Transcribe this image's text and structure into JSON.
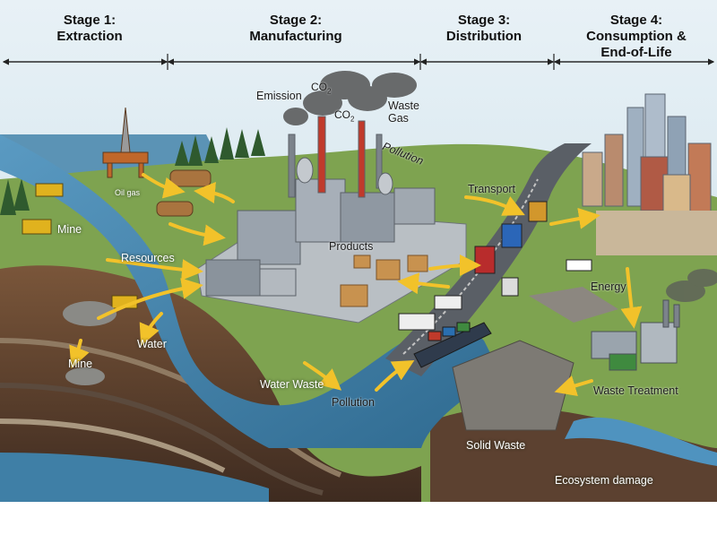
{
  "stages": [
    {
      "line1": "Stage 1:",
      "line2": "Extraction"
    },
    {
      "line1": "Stage 2:",
      "line2": "Manufacturing"
    },
    {
      "line1": "Stage 3:",
      "line2": "Distribution"
    },
    {
      "line1": "Stage 4:",
      "line2": "Consumption &",
      "line3": "End-of-Life"
    }
  ],
  "labels": {
    "emission": "Emission",
    "co2_a": "CO",
    "co2_b": "CO",
    "co2_sub": "2",
    "waste_gas_1": "Waste",
    "waste_gas_2": "Gas",
    "pollution_air": "Pollution",
    "oil_gas": "Oil gas",
    "mine_top": "Mine",
    "resources": "Resources",
    "products": "Products",
    "water": "Water",
    "mine_bottom": "Mine",
    "water_waste": "Water Waste",
    "pollution_water": "Pollution",
    "transport": "Transport",
    "energy": "Energy",
    "waste_treatment": "Waste Treatment",
    "solid_waste": "Solid Waste",
    "ecosystem_damage": "Ecosystem damage"
  },
  "colors": {
    "sky": "#cfe3ee",
    "sea": "#3f7fa6",
    "river": "#4f93bf",
    "grass": "#6f9a45",
    "soil": "#6b4a33",
    "arrow": "#f2c22a",
    "factory": "#9aa3ad",
    "road": "#555a60"
  }
}
